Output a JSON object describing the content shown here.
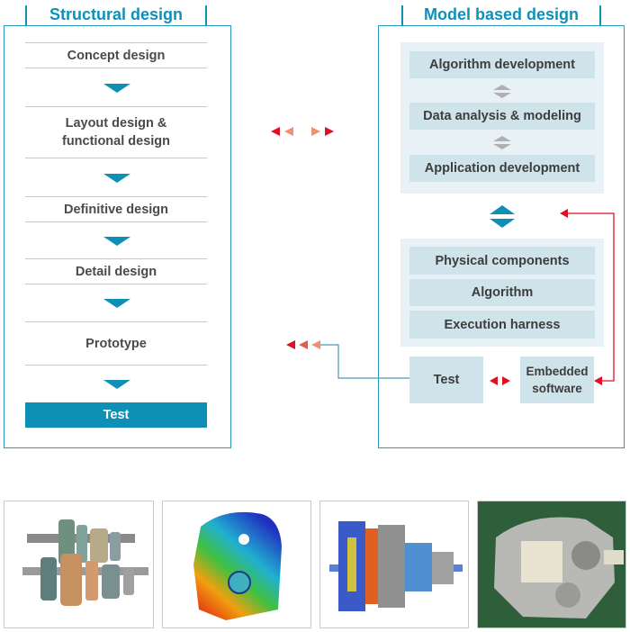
{
  "left": {
    "title": "Structural design",
    "steps": [
      "Concept design",
      "Layout design &\nfunctional design",
      "Definitive design",
      "Detail design",
      "Prototype",
      "Test"
    ]
  },
  "right": {
    "title": "Model based design",
    "top_group": [
      "Algorithm development",
      "Data analysis & modeling",
      "Application development"
    ],
    "bottom_group": [
      "Physical components",
      "Algorithm",
      "Execution harness"
    ],
    "test_label": "Test",
    "embedded_label": "Embedded\nsoftware"
  },
  "colors": {
    "accent": "#0e8fb6",
    "box": "#cfe3ea",
    "group": "#e8f2f6",
    "arrow_red": "#e01020",
    "arrow_salmon": "#f09070"
  },
  "images": [
    "gearbox-cad-render-image",
    "stress-analysis-heatmap-image",
    "transmission-cross-section-image",
    "transmission-prototype-photo-image"
  ]
}
